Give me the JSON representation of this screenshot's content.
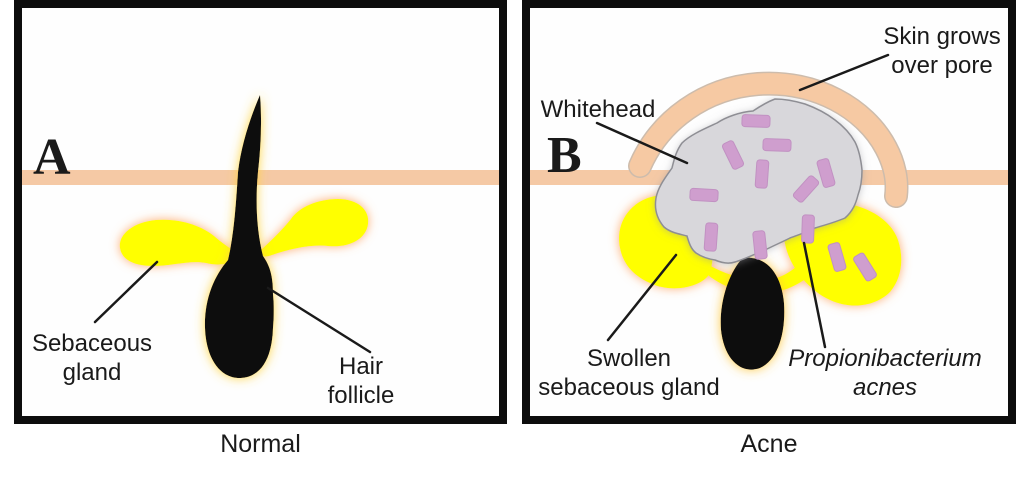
{
  "figure": {
    "panel_a": {
      "letter": "A",
      "caption": "Normal",
      "labels": {
        "sebaceous_gland": "Sebaceous gland",
        "hair_follicle": "Hair follicle"
      }
    },
    "panel_b": {
      "letter": "B",
      "caption": "Acne",
      "labels": {
        "skin_grows_over_pore": "Skin grows over pore",
        "whitehead": "Whitehead",
        "swollen_sebaceous_gland": "Swollen sebaceous gland",
        "bacteria_species": "Propionibacterium acnes"
      }
    }
  },
  "colors": {
    "panel_border": "#0d0d0d",
    "skin_surface": "#f5c9a5",
    "gland_yellow": "#ffff00",
    "gland_glow_orange": "#ff9a50",
    "follicle_black": "#0d0d0d",
    "follicle_glow_gold": "#ffd43d",
    "whitehead_gray": "#d8d7db",
    "whitehead_outline": "#8e8e94",
    "skin_overgrowth_peach": "#f6c9a3",
    "bacteria_rod_pink": "#cf9ece",
    "leader_line": "#1a1a1a",
    "text": "#1a1a1a"
  }
}
